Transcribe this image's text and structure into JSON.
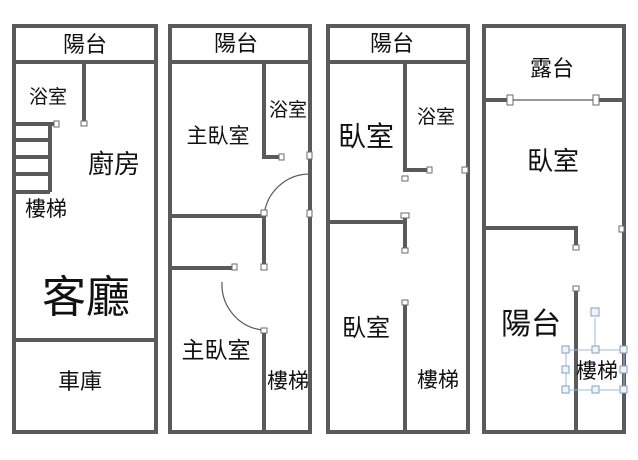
{
  "floors": [
    {
      "id": "floor-1",
      "rooms": {
        "balcony": "陽台",
        "bathroom": "浴室",
        "kitchen": "廚房",
        "stairs": "樓梯",
        "living_room": "客廳",
        "garage": "車庫"
      }
    },
    {
      "id": "floor-2",
      "rooms": {
        "balcony": "陽台",
        "master_bedroom_a": "主臥室",
        "bathroom": "浴室",
        "master_bedroom_b": "主臥室",
        "stairs": "樓梯"
      }
    },
    {
      "id": "floor-3",
      "rooms": {
        "balcony": "陽台",
        "bedroom_a": "臥室",
        "bathroom": "浴室",
        "bedroom_b": "臥室",
        "stairs": "樓梯"
      }
    },
    {
      "id": "floor-4",
      "rooms": {
        "terrace": "露台",
        "bedroom": "臥室",
        "balcony": "陽台",
        "stairs": "樓梯"
      }
    }
  ]
}
